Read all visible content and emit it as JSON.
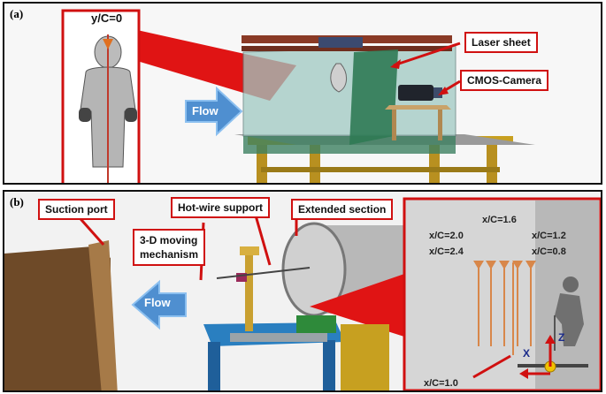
{
  "panel_a": {
    "label": "(a)",
    "y_label": "y/C=0",
    "laser_label": "Laser sheet",
    "camera_label": "CMOS-Camera",
    "flow_label": "Flow"
  },
  "panel_b": {
    "label": "(b)",
    "suction_label": "Suction port",
    "hotwire_label": "Hot-wire support",
    "extended_label": "Extended section",
    "mechanism_label": "3-D moving\nmechanism",
    "flow_label": "Flow",
    "positions": [
      "x/C=1.6",
      "x/C=2.0",
      "x/C=1.2",
      "x/C=2.4",
      "x/C=0.8",
      "x/C=1.0"
    ],
    "axis_x": "X",
    "axis_z": "Z"
  },
  "colors": {
    "callout_border": "#d01010",
    "flow_arrow": "#4f8fd0",
    "orange_probe": "#d8874a"
  }
}
